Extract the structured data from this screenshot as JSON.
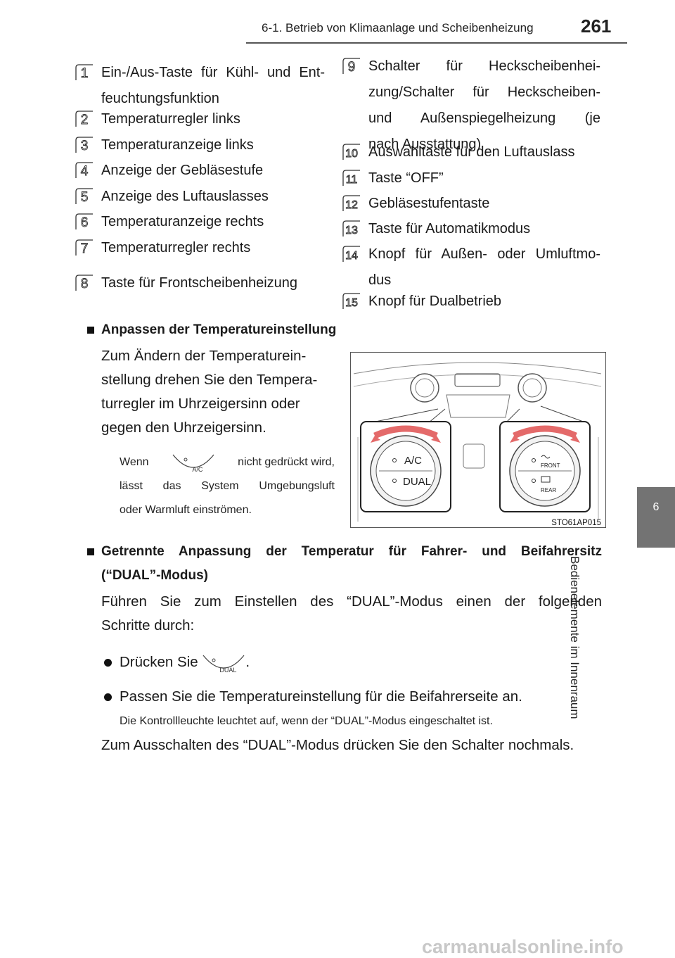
{
  "header": {
    "section_title": "6-1. Betrieb von Klimaanlage und Scheibenheizung",
    "page_number": "261"
  },
  "side_tab": {
    "number": "6",
    "label": "Bedienelemente im Innenraum"
  },
  "legend_left": [
    {
      "num": "1",
      "lines": [
        "Ein-/Aus-Taste für Kühl- und Ent-",
        "feuchtungsfunktion"
      ]
    },
    {
      "num": "2",
      "lines": [
        "Temperaturregler links"
      ]
    },
    {
      "num": "3",
      "lines": [
        "Temperaturanzeige links"
      ]
    },
    {
      "num": "4",
      "lines": [
        "Anzeige der Gebläsestufe"
      ]
    },
    {
      "num": "5",
      "lines": [
        "Anzeige des Luftauslasses"
      ]
    },
    {
      "num": "6",
      "lines": [
        "Temperaturanzeige rechts"
      ]
    },
    {
      "num": "7",
      "lines": [
        "Temperaturregler rechts"
      ]
    },
    {
      "num": "8",
      "lines": [
        "Taste für Frontscheibenheizung"
      ]
    }
  ],
  "legend_right": [
    {
      "num": "9",
      "lines": [
        "Schalter für Heckscheibenhei-",
        "zung/Schalter für Heckscheiben-",
        "und Außenspiegelheizung (je",
        "nach Ausstattung)"
      ]
    },
    {
      "num": "10",
      "lines": [
        "Auswahltaste für den Luftauslass"
      ]
    },
    {
      "num": "11",
      "lines": [
        "Taste “OFF”"
      ]
    },
    {
      "num": "12",
      "lines": [
        "Gebläsestufentaste"
      ]
    },
    {
      "num": "13",
      "lines": [
        "Taste für Automatikmodus"
      ]
    },
    {
      "num": "14",
      "lines": [
        "Knopf für Außen- oder Umluftmo-",
        "dus"
      ]
    },
    {
      "num": "15",
      "lines": [
        "Knopf für Dualbetrieb"
      ]
    }
  ],
  "section1": {
    "heading": "Anpassen der Temperatureinstellung",
    "para_lines": [
      "Zum Ändern der Temperaturein-",
      "stellung drehen Sie den Tempera-",
      "turregler im Uhrzeigersinn oder",
      "gegen den Uhrzeigersinn."
    ],
    "note_prefix": "Wenn",
    "note_button": "A/C",
    "note_suffix": "nicht gedrückt wird,",
    "note_lines": [
      "lässt das System Umgebungsluft",
      "oder Warmluft einströmen."
    ]
  },
  "figure": {
    "code": "STO61AP015",
    "labels": {
      "ac": "A/C",
      "dual": "DUAL",
      "front": "FRONT",
      "rear": "REAR"
    }
  },
  "section2": {
    "heading_lines": [
      "Getrennte Anpassung der Temperatur für Fahrer- und Beifahrersitz",
      "(“DUAL”-Modus)"
    ],
    "para_lines": [
      "Führen Sie zum Einstellen des “DUAL”-Modus einen der folgenden",
      "Schritte durch:"
    ],
    "bullet1_prefix": "Drücken Sie",
    "bullet1_button": "DUAL",
    "bullet1_suffix": ".",
    "bullet2": "Passen Sie die Temperatureinstellung für die Beifahrerseite an.",
    "note": "Die Kontrollleuchte leuchtet auf, wenn der “DUAL”-Modus eingeschaltet ist.",
    "closing": "Zum Ausschalten des “DUAL”-Modus drücken Sie den Schalter nochmals."
  },
  "watermark": "carmanualsonline.info"
}
